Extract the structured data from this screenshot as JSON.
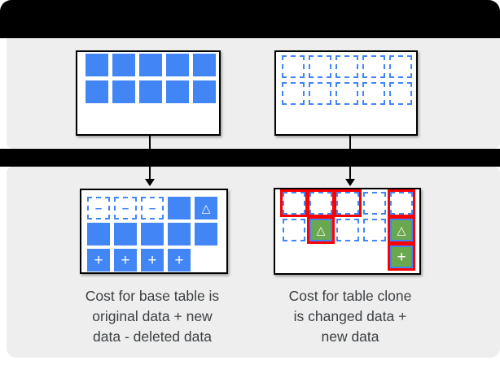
{
  "colors": {
    "blue": "#4285F4",
    "green": "#6AA84F",
    "red": "#FF0000",
    "bar": "#000000",
    "section-bg": "#EEEEEE",
    "box-border": "#000000",
    "text": "#3C4043"
  },
  "cell_types": {
    "solid": {
      "glyph": "",
      "icon": ""
    },
    "dashed": {
      "glyph": "",
      "icon": ""
    },
    "dashed_minus": {
      "glyph": "–",
      "icon": "minus-icon"
    },
    "solid_triangle": {
      "glyph": "△",
      "icon": "triangle-icon"
    },
    "solid_plus": {
      "glyph": "+",
      "icon": "plus-icon"
    },
    "dashed_red": {
      "glyph": "",
      "icon": ""
    },
    "green_triangle_red": {
      "glyph": "△",
      "icon": "triangle-icon"
    },
    "green_plus_red": {
      "glyph": "+",
      "icon": "plus-icon"
    },
    "empty": {
      "glyph": "",
      "icon": ""
    }
  },
  "boxes": {
    "top_left": {
      "rows": [
        [
          "solid",
          "solid",
          "solid",
          "solid",
          "solid"
        ],
        [
          "solid",
          "solid",
          "solid",
          "solid",
          "solid"
        ]
      ]
    },
    "top_right": {
      "rows": [
        [
          "dashed",
          "dashed",
          "dashed",
          "dashed",
          "dashed"
        ],
        [
          "dashed",
          "dashed",
          "dashed",
          "dashed",
          "dashed"
        ]
      ]
    },
    "bottom_left": {
      "rows": [
        [
          "dashed_minus",
          "dashed_minus",
          "dashed_minus",
          "solid",
          "solid_triangle"
        ],
        [
          "solid",
          "solid",
          "solid",
          "solid",
          "solid"
        ],
        [
          "solid_plus",
          "solid_plus",
          "solid_plus",
          "solid_plus",
          "empty"
        ]
      ]
    },
    "bottom_right": {
      "rows": [
        [
          "dashed_red",
          "dashed_red",
          "dashed_red",
          "dashed",
          "dashed_red"
        ],
        [
          "dashed",
          "green_triangle_red",
          "dashed",
          "dashed",
          "green_triangle_red"
        ],
        [
          "empty",
          "empty",
          "empty",
          "empty",
          "green_plus_red"
        ]
      ]
    }
  },
  "captions": {
    "left": [
      "Cost for base table is",
      "original data + new",
      "data - deleted data"
    ],
    "right": [
      "Cost for table clone",
      "is changed data +",
      "new data"
    ]
  }
}
